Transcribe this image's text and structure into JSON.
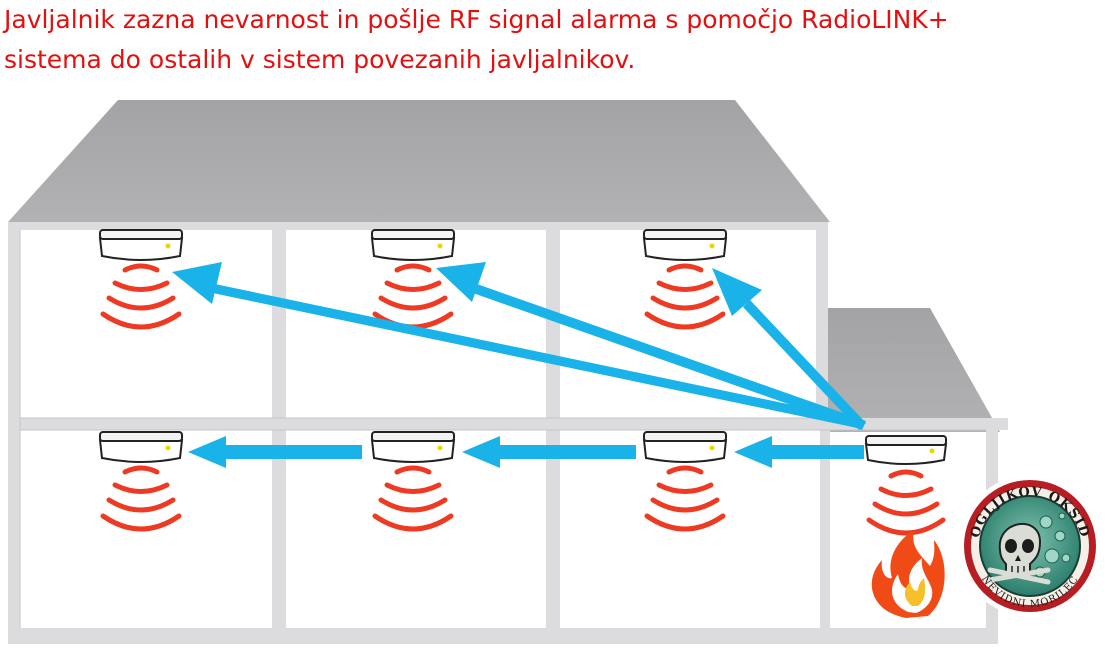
{
  "caption": {
    "line1": "Javljalnik zazna nevarnost in pošlje RF signal alarma s pomočjo RadioLINK+",
    "line2": "sistema do ostalih v sistem povezanih javljalnikov."
  },
  "badge": {
    "text_top": "OGLJIKOV OKSID",
    "text_bottom": "NEVIDNI MORILEC"
  },
  "colors": {
    "caption": "#e3100f",
    "roof": "#a9a9ab",
    "wall": "#d8d8da",
    "arrow": "#19b3ea",
    "waves": "#ee3a22",
    "badge_ring": "#b71e23",
    "badge_fill": "#2f8d77"
  },
  "icons": [
    "smoke-detector-icon",
    "alarm-wave-icon",
    "radio-arrow-icon",
    "fire-icon",
    "skull-icon"
  ]
}
